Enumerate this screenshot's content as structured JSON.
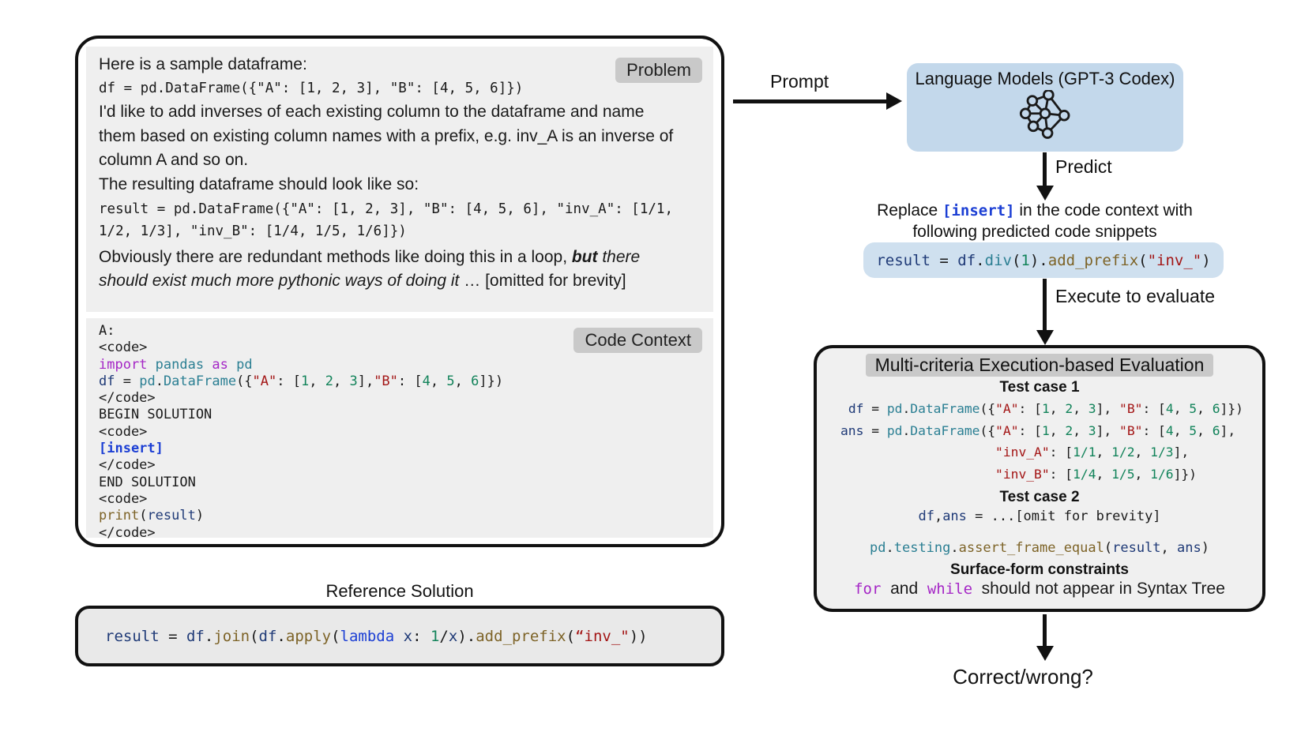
{
  "palette": {
    "panel_gray": "#efefef",
    "badge_gray": "#c9c9c9",
    "lm_box_blue": "#c3d8eb",
    "snippet_blue": "#cfe0ef",
    "reference_gray": "#e9e9e9",
    "eval_gray": "#f0f0f0",
    "border_black": "#111111",
    "syntax_keyword_purple": "#a527c6",
    "syntax_module_teal": "#2b7f93",
    "syntax_variable_navy": "#1f3a77",
    "syntax_string_red": "#a31515",
    "syntax_number_green": "#12835a",
    "syntax_function_olive": "#7d6327",
    "syntax_insert_blue": "#1c3fd4"
  },
  "left": {
    "problem": {
      "badge": "Problem",
      "intro": "Here is a sample dataframe:",
      "code1": "df = pd.DataFrame({\"A\": [1, 2, 3], \"B\": [4, 5, 6]})",
      "para1": "I'd like to add inverses of each existing column to the dataframe and name\nthem based on existing column names with a prefix, e.g. inv_A is an inverse of\ncolumn A and so on.",
      "line2": "The resulting dataframe should look like so:",
      "code2": "result = pd.DataFrame({\"A\": [1, 2, 3], \"B\": [4, 5, 6], \"inv_A\": [1/1,\n1/2, 1/3], \"inv_B\": [1/4, 1/5, 1/6]})",
      "para2": [
        [
          "r",
          "Obviously there are redundant methods like doing this in a loop, "
        ],
        [
          "bi",
          "but"
        ],
        [
          "i",
          " there\nshould exist much more pythonic ways of doing it"
        ],
        [
          "r",
          " … [omitted for brevity]"
        ]
      ]
    },
    "context": {
      "badge": "Code Context",
      "lines": [
        [
          [
            "p",
            "A:"
          ]
        ],
        [
          [
            "p",
            "<code>"
          ]
        ],
        [
          [
            "kw",
            "import"
          ],
          [
            "p",
            " "
          ],
          [
            "mod",
            "pandas"
          ],
          [
            "p",
            " "
          ],
          [
            "kw",
            "as"
          ],
          [
            "p",
            " "
          ],
          [
            "mod",
            "pd"
          ]
        ],
        [
          [
            "var",
            "df"
          ],
          [
            "p",
            " = "
          ],
          [
            "mod",
            "pd"
          ],
          [
            "p",
            "."
          ],
          [
            "mod",
            "DataFrame"
          ],
          [
            "p",
            "({"
          ],
          [
            "str",
            "\"A\""
          ],
          [
            "p",
            ": ["
          ],
          [
            "num",
            "1"
          ],
          [
            "p",
            ", "
          ],
          [
            "num",
            "2"
          ],
          [
            "p",
            ", "
          ],
          [
            "num",
            "3"
          ],
          [
            "p",
            "],"
          ],
          [
            "str",
            "\"B\""
          ],
          [
            "p",
            ": ["
          ],
          [
            "num",
            "4"
          ],
          [
            "p",
            ", "
          ],
          [
            "num",
            "5"
          ],
          [
            "p",
            ", "
          ],
          [
            "num",
            "6"
          ],
          [
            "p",
            "]})"
          ]
        ],
        [
          [
            "p",
            "</code>"
          ]
        ],
        [
          [
            "p",
            "BEGIN SOLUTION"
          ]
        ],
        [
          [
            "p",
            "<code>"
          ]
        ],
        [
          [
            "ins",
            "[insert]"
          ]
        ],
        [
          [
            "p",
            "</code>"
          ]
        ],
        [
          [
            "p",
            "END SOLUTION"
          ]
        ],
        [
          [
            "p",
            "<code>"
          ]
        ],
        [
          [
            "fn",
            "print"
          ],
          [
            "p",
            "("
          ],
          [
            "var",
            "result"
          ],
          [
            "p",
            ")"
          ]
        ],
        [
          [
            "p",
            "</code>"
          ]
        ]
      ]
    },
    "reference": {
      "label": "Reference Solution",
      "code": [
        [
          "var",
          "result"
        ],
        [
          "p",
          " = "
        ],
        [
          "var",
          "df"
        ],
        [
          "p",
          "."
        ],
        [
          "fn",
          "join"
        ],
        [
          "p",
          "("
        ],
        [
          "var",
          "df"
        ],
        [
          "p",
          "."
        ],
        [
          "fn",
          "apply"
        ],
        [
          "p",
          "("
        ],
        [
          "blue",
          "lambda"
        ],
        [
          "p",
          " "
        ],
        [
          "var",
          "x"
        ],
        [
          "p",
          ": "
        ],
        [
          "num",
          "1"
        ],
        [
          "p",
          "/"
        ],
        [
          "var",
          "x"
        ],
        [
          "p",
          ")."
        ],
        [
          "fn",
          "add_prefix"
        ],
        [
          "p",
          "("
        ],
        [
          "str",
          "“inv_\""
        ],
        [
          "p",
          "))"
        ]
      ]
    }
  },
  "flow": {
    "prompt_label": "Prompt",
    "lm_box_title": "Language Models (GPT-3 Codex)",
    "predict_label": "Predict",
    "replace_text": [
      [
        "r",
        "Replace "
      ],
      [
        "ins",
        "[insert]"
      ],
      [
        "r",
        "  in the code context with\nfollowing predicted code snippets"
      ]
    ],
    "snippet": [
      [
        "var",
        "result"
      ],
      [
        "p",
        " = "
      ],
      [
        "var",
        "df"
      ],
      [
        "p",
        "."
      ],
      [
        "mod",
        "div"
      ],
      [
        "p",
        "("
      ],
      [
        "num",
        "1"
      ],
      [
        "p",
        ")."
      ],
      [
        "fn",
        "add_prefix"
      ],
      [
        "p",
        "("
      ],
      [
        "str",
        "\"inv_\""
      ],
      [
        "p",
        ")"
      ]
    ],
    "execute_label": "Execute to evaluate",
    "correct_label": "Correct/wrong?"
  },
  "eval": {
    "title": "Multi-criteria Execution-based Evaluation",
    "test1_label": "Test case 1",
    "test1_lines": [
      [
        [
          "p",
          " "
        ],
        [
          "var",
          "df"
        ],
        [
          "p",
          " = "
        ],
        [
          "mod",
          "pd"
        ],
        [
          "p",
          "."
        ],
        [
          "mod",
          "DataFrame"
        ],
        [
          "p",
          "({"
        ],
        [
          "str",
          "\"A\""
        ],
        [
          "p",
          ": ["
        ],
        [
          "num",
          "1"
        ],
        [
          "p",
          ", "
        ],
        [
          "num",
          "2"
        ],
        [
          "p",
          ", "
        ],
        [
          "num",
          "3"
        ],
        [
          "p",
          "], "
        ],
        [
          "str",
          "\"B\""
        ],
        [
          "p",
          ": ["
        ],
        [
          "num",
          "4"
        ],
        [
          "p",
          ", "
        ],
        [
          "num",
          "5"
        ],
        [
          "p",
          ", "
        ],
        [
          "num",
          "6"
        ],
        [
          "p",
          "]})"
        ]
      ],
      [
        [
          "var",
          "ans"
        ],
        [
          "p",
          " = "
        ],
        [
          "mod",
          "pd"
        ],
        [
          "p",
          "."
        ],
        [
          "mod",
          "DataFrame"
        ],
        [
          "p",
          "({"
        ],
        [
          "str",
          "\"A\""
        ],
        [
          "p",
          ": ["
        ],
        [
          "num",
          "1"
        ],
        [
          "p",
          ", "
        ],
        [
          "num",
          "2"
        ],
        [
          "p",
          ", "
        ],
        [
          "num",
          "3"
        ],
        [
          "p",
          "], "
        ],
        [
          "str",
          "\"B\""
        ],
        [
          "p",
          ": ["
        ],
        [
          "num",
          "4"
        ],
        [
          "p",
          ", "
        ],
        [
          "num",
          "5"
        ],
        [
          "p",
          ", "
        ],
        [
          "num",
          "6"
        ],
        [
          "p",
          "],"
        ]
      ],
      [
        [
          "p",
          "                    "
        ],
        [
          "str",
          "\"inv_A\""
        ],
        [
          "p",
          ": ["
        ],
        [
          "num",
          "1/1"
        ],
        [
          "p",
          ", "
        ],
        [
          "num",
          "1/2"
        ],
        [
          "p",
          ", "
        ],
        [
          "num",
          "1/3"
        ],
        [
          "p",
          "],"
        ]
      ],
      [
        [
          "p",
          "                    "
        ],
        [
          "str",
          "\"inv_B\""
        ],
        [
          "p",
          ": ["
        ],
        [
          "num",
          "1/4"
        ],
        [
          "p",
          ", "
        ],
        [
          "num",
          "1/5"
        ],
        [
          "p",
          ", "
        ],
        [
          "num",
          "1/6"
        ],
        [
          "p",
          "]})"
        ]
      ]
    ],
    "test2_label": "Test case 2",
    "omit_line": [
      [
        "var",
        "df"
      ],
      [
        "p",
        ","
      ],
      [
        "var",
        "ans"
      ],
      [
        "p",
        " = ...[omit for brevity]"
      ]
    ],
    "assert_line": [
      [
        "mod",
        "pd"
      ],
      [
        "p",
        "."
      ],
      [
        "mod",
        "testing"
      ],
      [
        "p",
        "."
      ],
      [
        "fn",
        "assert_frame_equal"
      ],
      [
        "p",
        "("
      ],
      [
        "var",
        "result"
      ],
      [
        "p",
        ", "
      ],
      [
        "var",
        "ans"
      ],
      [
        "p",
        ")"
      ]
    ],
    "surface_label": "Surface-form constraints",
    "surface_line": [
      [
        "kw",
        "for"
      ],
      [
        "r",
        "  and  "
      ],
      [
        "kw",
        "while"
      ],
      [
        "r",
        "  should not appear in Syntax Tree"
      ]
    ]
  }
}
